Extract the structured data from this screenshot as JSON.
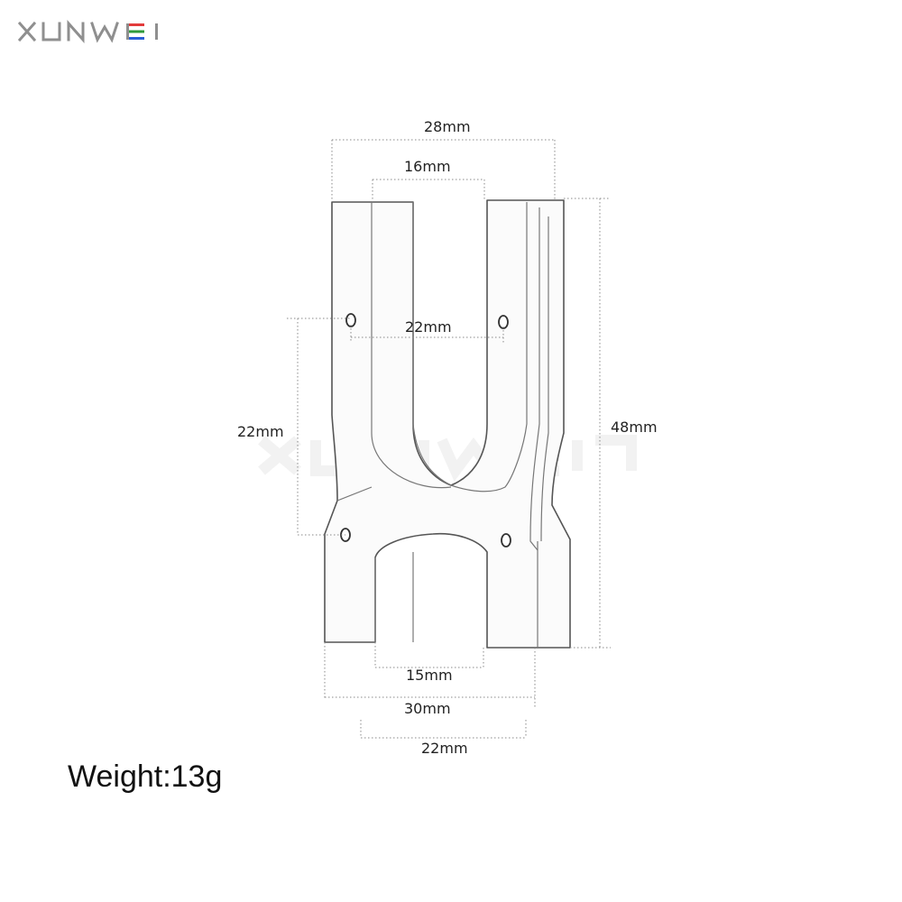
{
  "brand": {
    "name": "XUNWEI",
    "watermark": "XUNWEI",
    "colors": [
      "#e23b3b",
      "#2f9a3a",
      "#2b5fd6"
    ]
  },
  "dimensions": {
    "top_width": "28mm",
    "slot_width": "16mm",
    "upper_hole_spacing": "22mm",
    "vertical_hole_spacing": "22mm",
    "height": "48mm",
    "bottom_slot": "15mm",
    "base_width": "30mm",
    "lower_hole_spacing": "22mm"
  },
  "weight": "Weight:13g",
  "colors": {
    "line": "#555555",
    "dim_line": "#8a8a8a",
    "text": "#222222"
  }
}
